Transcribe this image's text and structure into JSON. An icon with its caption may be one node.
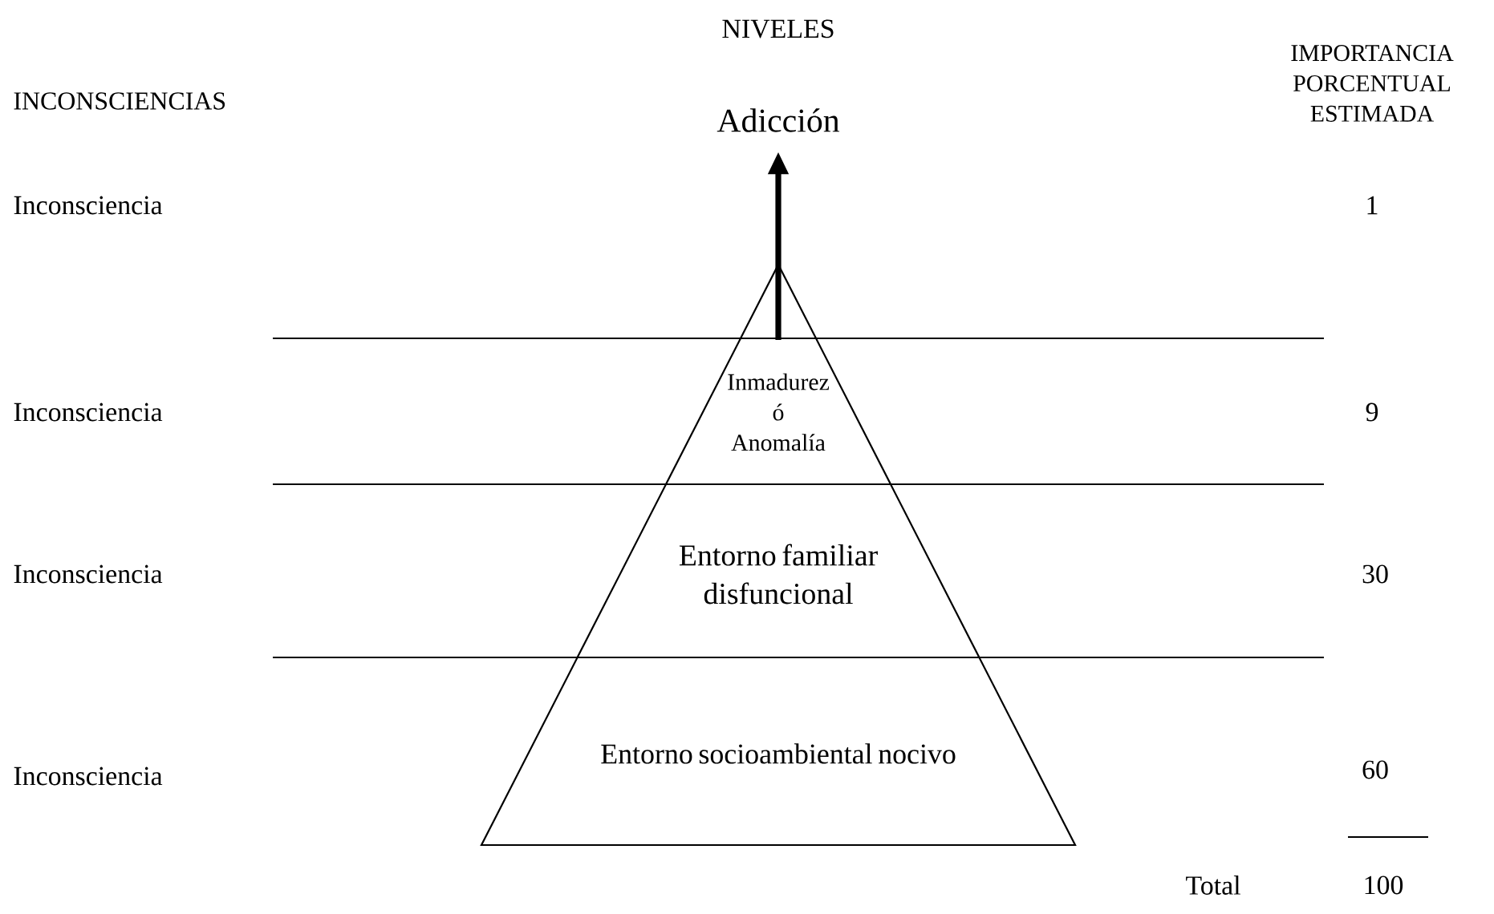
{
  "diagram": {
    "nodes": [
      {
        "text": [
          "Adicción"
        ]
      },
      {
        "text": [
          "Inmadurez ó Anomalía"
        ]
      },
      {
        "text": [
          "Entorno familiar disfuncional"
        ]
      },
      {
        "text": [
          "Entorno socioambiental nocivo"
        ]
      }
    ],
    "edges": [
      {
        "from": 1,
        "to": 0,
        "arrow": "to"
      }
    ],
    "labels": [
      "NIVELES",
      "INCONSCIENCIAS",
      "IMPORTANCIA PORCENTUAL ESTIMADA",
      "Inconsciencia",
      "1",
      "Inconsciencia",
      "9",
      "Inconsciencia",
      "30",
      "Inconsciencia",
      "60",
      "Total",
      "100"
    ]
  }
}
